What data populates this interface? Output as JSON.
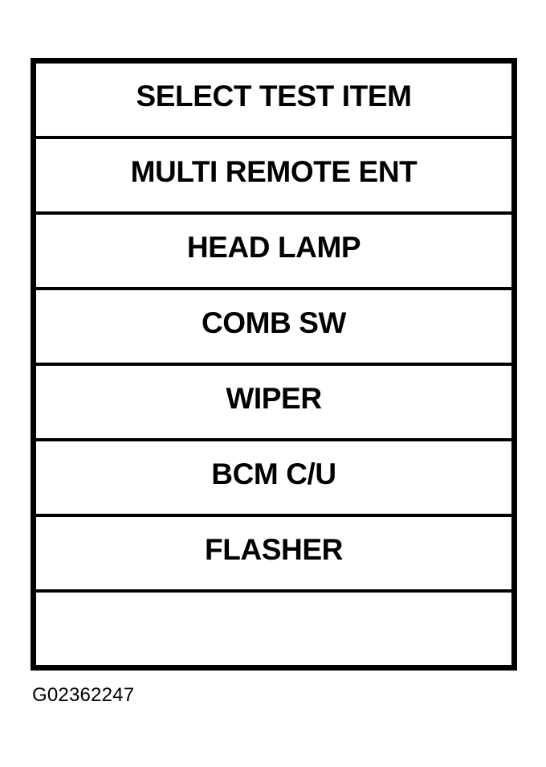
{
  "figure": {
    "caption": "G02362247",
    "border_color": "#000000",
    "background_color": "#ffffff",
    "text_color": "#000000"
  },
  "menu": {
    "title": "SELECT TEST ITEM",
    "rows": [
      {
        "label": "SELECT TEST ITEM",
        "is_header": true,
        "is_blank": false
      },
      {
        "label": "MULTI REMOTE ENT",
        "is_header": false,
        "is_blank": false
      },
      {
        "label": "HEAD LAMP",
        "is_header": false,
        "is_blank": false
      },
      {
        "label": "COMB SW",
        "is_header": false,
        "is_blank": false
      },
      {
        "label": "WIPER",
        "is_header": false,
        "is_blank": false
      },
      {
        "label": "BCM C/U",
        "is_header": false,
        "is_blank": false
      },
      {
        "label": "FLASHER",
        "is_header": false,
        "is_blank": false
      },
      {
        "label": "",
        "is_header": false,
        "is_blank": true
      }
    ]
  }
}
